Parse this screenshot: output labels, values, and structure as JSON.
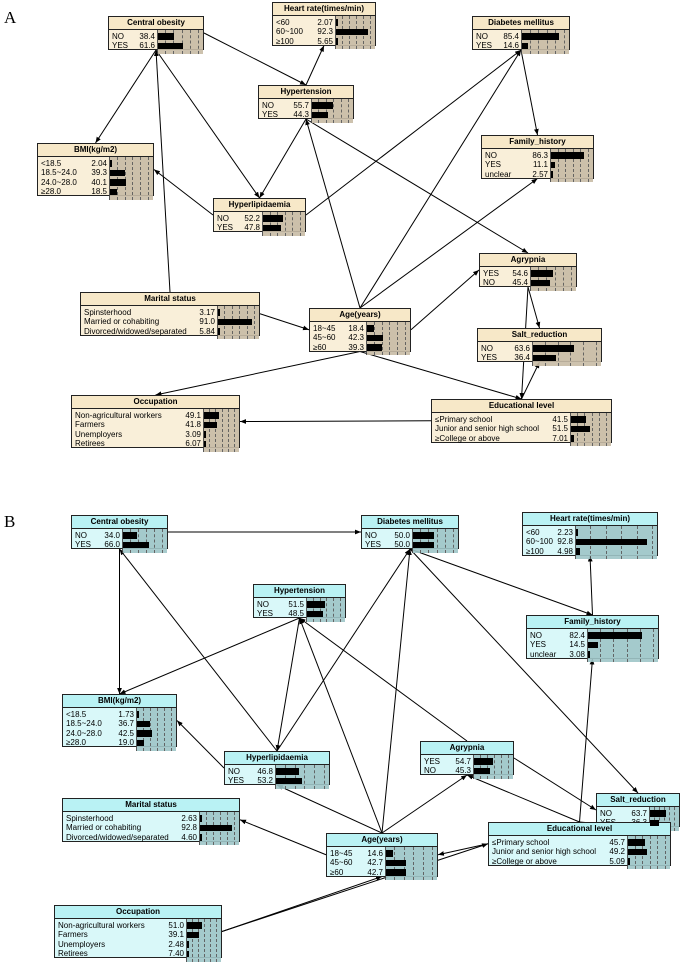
{
  "panels": [
    {
      "label": "A",
      "theme": {
        "header": "#f7e8c8",
        "body": "#f9efd9",
        "bar_bg": "#c8bca6"
      },
      "nodes": [
        {
          "id": "central_obesity",
          "title": "Central obesity",
          "states": [
            {
              "label": "NO",
              "value": "38.4"
            },
            {
              "label": "YES",
              "value": "61.6"
            }
          ]
        },
        {
          "id": "heart_rate",
          "title": "Heart rate(times/min)",
          "states": [
            {
              "label": "<60",
              "value": "2.07"
            },
            {
              "label": "60~100",
              "value": "92.3"
            },
            {
              "label": "≥100",
              "value": "5.65"
            }
          ]
        },
        {
          "id": "diabetes",
          "title": "Diabetes mellitus",
          "states": [
            {
              "label": "NO",
              "value": "85.4"
            },
            {
              "label": "YES",
              "value": "14.6"
            }
          ]
        },
        {
          "id": "hypertension",
          "title": "Hypertension",
          "states": [
            {
              "label": "NO",
              "value": "55.7"
            },
            {
              "label": "YES",
              "value": "44.3"
            }
          ]
        },
        {
          "id": "bmi",
          "title": "BMI(kg/m2)",
          "states": [
            {
              "label": "<18.5",
              "value": "2.04"
            },
            {
              "label": "18.5~24.0",
              "value": "39.3"
            },
            {
              "label": "24.0~28.0",
              "value": "40.1"
            },
            {
              "label": "≥28.0",
              "value": "18.5"
            }
          ]
        },
        {
          "id": "family_history",
          "title": "Family_history",
          "states": [
            {
              "label": "NO",
              "value": "86.3"
            },
            {
              "label": "YES",
              "value": "11.1"
            },
            {
              "label": "unclear",
              "value": "2.57"
            }
          ]
        },
        {
          "id": "hyperlipidaemia",
          "title": "Hyperlipidaemia",
          "states": [
            {
              "label": "NO",
              "value": "52.2"
            },
            {
              "label": "YES",
              "value": "47.8"
            }
          ]
        },
        {
          "id": "agrypnia",
          "title": "Agrypnia",
          "states": [
            {
              "label": "YES",
              "value": "54.6"
            },
            {
              "label": "NO",
              "value": "45.4"
            }
          ]
        },
        {
          "id": "marital",
          "title": "Marital status",
          "states": [
            {
              "label": "Spinsterhood",
              "value": "3.17"
            },
            {
              "label": "Married or cohabiting",
              "value": "91.0"
            },
            {
              "label": "Divorced/widowed/separated",
              "value": "5.84"
            }
          ]
        },
        {
          "id": "age",
          "title": "Age(years)",
          "states": [
            {
              "label": "18~45",
              "value": "18.4"
            },
            {
              "label": "45~60",
              "value": "42.3"
            },
            {
              "label": "≥60",
              "value": "39.3"
            }
          ]
        },
        {
          "id": "salt",
          "title": "Salt_reduction",
          "states": [
            {
              "label": "NO",
              "value": "63.6"
            },
            {
              "label": "YES",
              "value": "36.4"
            }
          ]
        },
        {
          "id": "occupation",
          "title": "Occupation",
          "states": [
            {
              "label": "Non-agricultural workers",
              "value": "49.1"
            },
            {
              "label": "Farmers",
              "value": "41.8"
            },
            {
              "label": "Unemployers",
              "value": "3.09"
            },
            {
              "label": "Retirees",
              "value": "6.07"
            }
          ]
        },
        {
          "id": "education",
          "title": "Educational level",
          "states": [
            {
              "label": "≤Primary school",
              "value": "41.5"
            },
            {
              "label": "Junior and senior high school",
              "value": "51.5"
            },
            {
              "label": "≥College  or above",
              "value": "7.01"
            }
          ]
        }
      ]
    },
    {
      "label": "B",
      "theme": {
        "header": "#b9f2f4",
        "body": "#d9f8f9",
        "bar_bg": "#9fc6c8"
      },
      "nodes": [
        {
          "id": "central_obesity",
          "title": "Central obesity",
          "states": [
            {
              "label": "NO",
              "value": "34.0"
            },
            {
              "label": "YES",
              "value": "66.0"
            }
          ]
        },
        {
          "id": "diabetes",
          "title": "Diabetes mellitus",
          "states": [
            {
              "label": "NO",
              "value": "50.0"
            },
            {
              "label": "YES",
              "value": "50.0"
            }
          ]
        },
        {
          "id": "heart_rate",
          "title": "Heart rate(times/min)",
          "states": [
            {
              "label": "<60",
              "value": "2.23"
            },
            {
              "label": "60~100",
              "value": "92.8"
            },
            {
              "label": "≥100",
              "value": "4.98"
            }
          ]
        },
        {
          "id": "hypertension",
          "title": "Hypertension",
          "states": [
            {
              "label": "NO",
              "value": "51.5"
            },
            {
              "label": "YES",
              "value": "48.5"
            }
          ]
        },
        {
          "id": "family_history",
          "title": "Family_history",
          "states": [
            {
              "label": "NO",
              "value": "82.4"
            },
            {
              "label": "YES",
              "value": "14.5"
            },
            {
              "label": "unclear",
              "value": "3.08"
            }
          ]
        },
        {
          "id": "bmi",
          "title": "BMI(kg/m2)",
          "states": [
            {
              "label": "<18.5",
              "value": "1.73"
            },
            {
              "label": "18.5~24.0",
              "value": "36.7"
            },
            {
              "label": "24.0~28.0",
              "value": "42.5"
            },
            {
              "label": "≥28.0",
              "value": "19.0"
            }
          ]
        },
        {
          "id": "hyperlipidaemia",
          "title": "Hyperlipidaemia",
          "states": [
            {
              "label": "NO",
              "value": "46.8"
            },
            {
              "label": "YES",
              "value": "53.2"
            }
          ]
        },
        {
          "id": "agrypnia",
          "title": "Agrypnia",
          "states": [
            {
              "label": "YES",
              "value": "54.7"
            },
            {
              "label": "NO",
              "value": "45.3"
            }
          ]
        },
        {
          "id": "salt",
          "title": "Salt_reduction",
          "states": [
            {
              "label": "NO",
              "value": "63.7"
            },
            {
              "label": "YES",
              "value": "36.3"
            }
          ]
        },
        {
          "id": "marital",
          "title": "Marital status",
          "states": [
            {
              "label": "Spinsterhood",
              "value": "2.63"
            },
            {
              "label": "Married or cohabiting",
              "value": "92.8"
            },
            {
              "label": "Divorced/widowed/separated",
              "value": "4.60"
            }
          ]
        },
        {
          "id": "age",
          "title": "Age(years)",
          "states": [
            {
              "label": "18~45",
              "value": "14.6"
            },
            {
              "label": "45~60",
              "value": "42.7"
            },
            {
              "label": "≥60",
              "value": "42.7"
            }
          ]
        },
        {
          "id": "occupation",
          "title": "Occupation",
          "states": [
            {
              "label": "Non-agricultural workers",
              "value": "51.0"
            },
            {
              "label": "Farmers",
              "value": "39.1"
            },
            {
              "label": "Unemployers",
              "value": "2.48"
            },
            {
              "label": "Retirees",
              "value": "7.40"
            }
          ]
        },
        {
          "id": "education",
          "title": "Educational level",
          "states": [
            {
              "label": "≤Primary school",
              "value": "45.7"
            },
            {
              "label": "Junior and senior high school",
              "value": "49.2"
            },
            {
              "label": "≥College  or above",
              "value": "5.09"
            }
          ]
        }
      ]
    }
  ]
}
